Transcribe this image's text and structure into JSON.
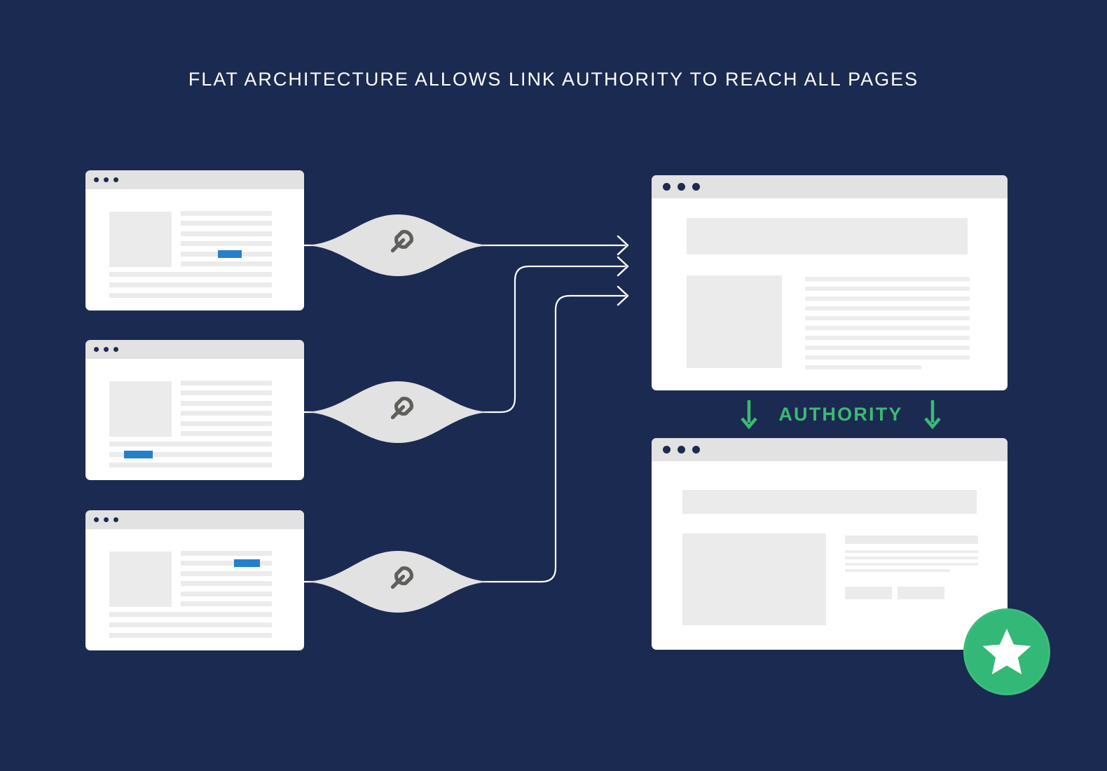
{
  "title": "FLAT ARCHITECTURE ALLOWS LINK AUTHORITY TO REACH ALL PAGES",
  "colors": {
    "background": "#1b2a50",
    "card_background": "#ffffff",
    "card_header": "#e2e2e2",
    "dot": "#1d2b50",
    "placeholder": "#ebebeb",
    "link_blue": "#2580cb",
    "authority_green": "#3bba74",
    "badge_green": "#34b877",
    "connector": "#ffffff",
    "link_icon_lens": "#e2e2e2",
    "link_icon_glyph": "#5f5f5c"
  },
  "source_pages": [
    {
      "name": "source-page-1",
      "link_position": "right-column-line-5",
      "link_align": "center",
      "right_lines": 6,
      "bottom_lines": 3
    },
    {
      "name": "source-page-2",
      "link_position": "bottom-line-2",
      "link_align": "left",
      "right_lines": 6,
      "bottom_lines": 3
    },
    {
      "name": "source-page-3",
      "link_position": "right-column-line-2",
      "link_align": "right",
      "right_lines": 6,
      "bottom_lines": 3
    }
  ],
  "link_nodes": [
    {
      "name": "link-node-1",
      "icon": "chain-link-icon"
    },
    {
      "name": "link-node-2",
      "icon": "chain-link-icon"
    },
    {
      "name": "link-node-3",
      "icon": "chain-link-icon"
    }
  ],
  "connectors": [
    {
      "name": "connector-1",
      "from": "link-node-1",
      "to": "target-page-top",
      "arrow": "arrow-right-icon"
    },
    {
      "name": "connector-2",
      "from": "link-node-2",
      "to": "target-page-top",
      "arrow": "arrow-right-icon"
    },
    {
      "name": "connector-3",
      "from": "link-node-3",
      "to": "target-page-top",
      "arrow": "arrow-right-icon"
    }
  ],
  "target_pages": [
    {
      "name": "target-page-top",
      "banner": true,
      "image_block": true,
      "text_lines": 10
    },
    {
      "name": "target-page-bottom",
      "banner": true,
      "image_block": true,
      "heading_line": true,
      "text_lines": 3,
      "short_line": true,
      "buttons": 2
    }
  ],
  "authority": {
    "label": "AUTHORITY",
    "left_arrow": "arrow-down-icon",
    "right_arrow": "arrow-down-icon"
  },
  "badge": {
    "name": "star-badge",
    "icon": "star-icon"
  }
}
